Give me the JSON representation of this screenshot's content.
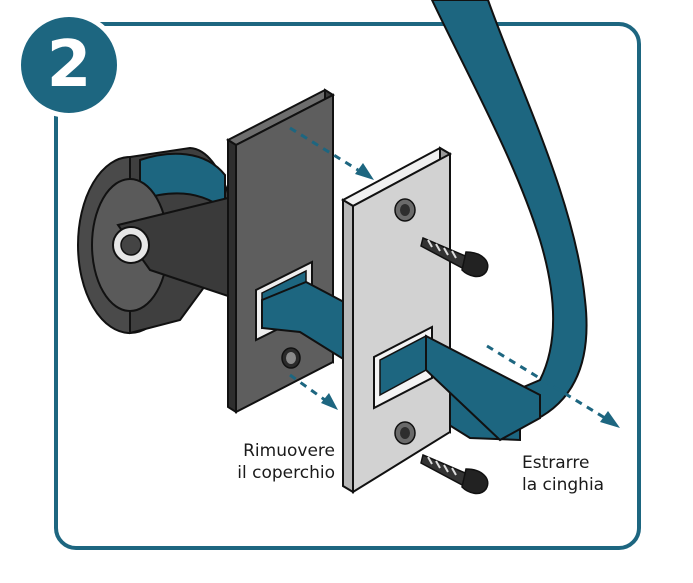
{
  "step": {
    "number": "2"
  },
  "labels": {
    "remove_cover": [
      "Rimuovere",
      "il coperchio"
    ],
    "extract_belt": [
      "Estrarre",
      "la cinghia"
    ]
  },
  "colors": {
    "frame": "#1d6680",
    "belt": "#1d6680",
    "metal_dark": "#555555",
    "cover_plate": "#d2d2d2",
    "arrow": "#1d6680"
  }
}
